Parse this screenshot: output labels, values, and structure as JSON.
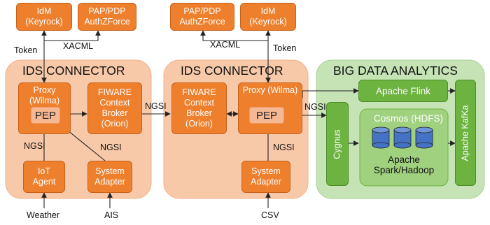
{
  "left_connector": {
    "title": "IDS CONNECTOR",
    "idm": "IdM\n(Keyrock)",
    "pap": "PAP/PDP\nAuthZForce",
    "proxy": "Proxy\n(Wilma)",
    "pep": "PEP",
    "broker": "FIWARE\nContext\nBroker\n(Orion)",
    "iot": "IoT\nAgent",
    "adapter": "System\nAdapter",
    "token": "Token",
    "xacml": "XACML",
    "ngsi_iot": "NGSI",
    "ngsi_adapter": "NGSI",
    "weather": "Weather",
    "ais": "AIS"
  },
  "link_ngsi": "NGSI",
  "right_connector": {
    "title": "IDS CONNECTOR",
    "pap": "PAP/PDP\nAuthZForce",
    "idm": "IdM\n(Keyrock)",
    "xacml": "XACML",
    "token": "Token",
    "broker": "FIWARE\nContext\nBroker\n(Orion)",
    "proxy": "Proxy  (Wilma)",
    "pep": "PEP",
    "adapter": "System\nAdapter",
    "ngsi_adapter": "NGSI",
    "ngsi_out": "NGSI",
    "csv": "CSV"
  },
  "analytics": {
    "title": "BIG DATA ANALYTICS",
    "flink": "Apache Flink",
    "cygnus": "Cygnus",
    "cosmos": "Cosmos (HDFS)",
    "spark": "Apache\nSpark/Hadoop",
    "kafka": "Apache KafKa"
  },
  "colors": {
    "connector_bg": "#f8c9a9",
    "analytics_bg": "#c5e3b4",
    "orange": "#ee7f2d",
    "green": "#6db33f",
    "pep": "#f6b793",
    "cylinder": "#4472c4"
  }
}
